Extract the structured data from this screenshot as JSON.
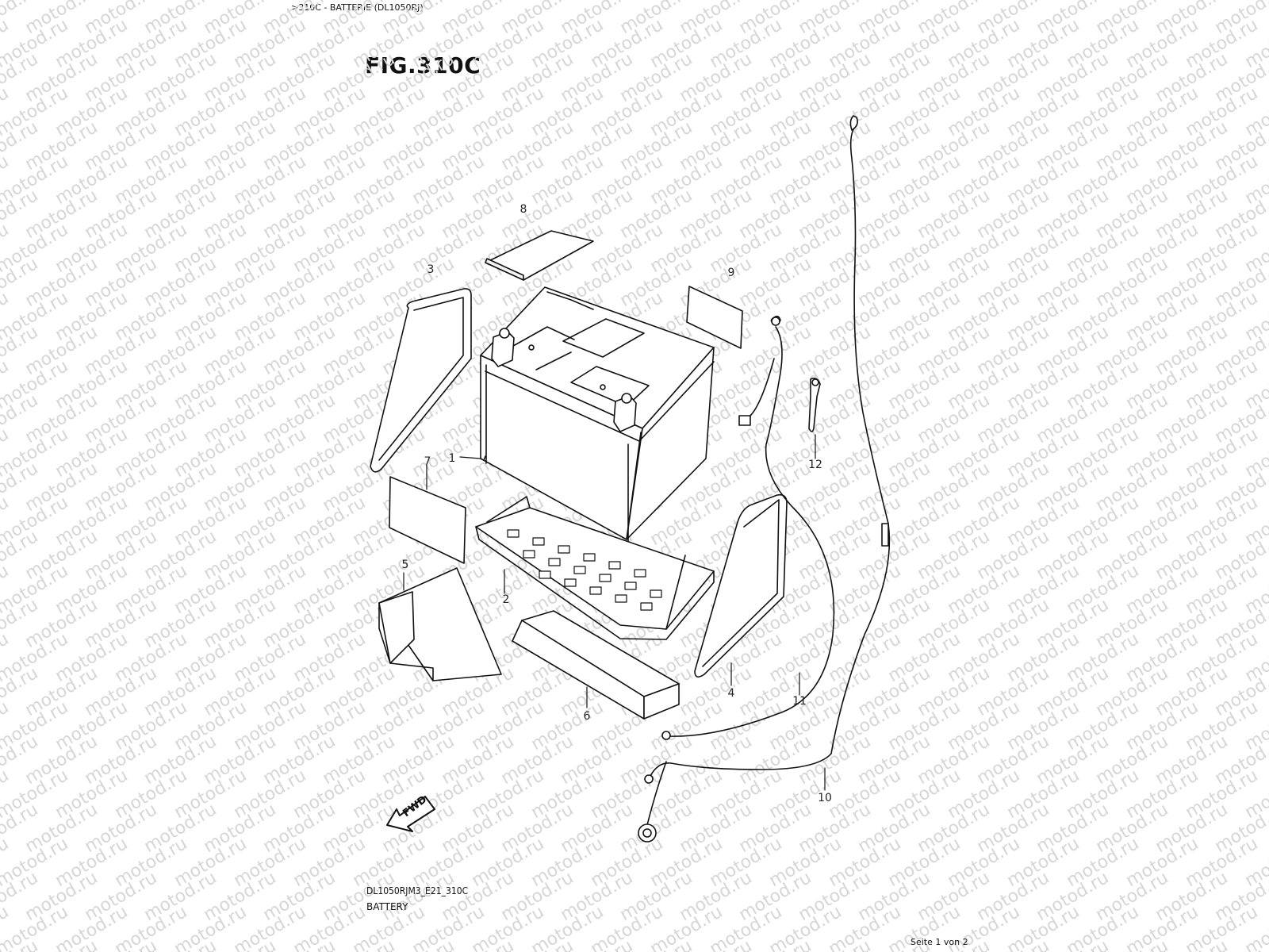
{
  "header": {
    "breadcrumb": ">310C - BATTERIE (DL1050RJ)"
  },
  "figure": {
    "title": "FIG.310C",
    "code": "DL1050RJM3_E21_310C",
    "caption": "BATTERY",
    "fwd_label": "FWD"
  },
  "watermark": {
    "text": "motod.ru"
  },
  "callouts": [
    "1",
    "2",
    "3",
    "4",
    "5",
    "6",
    "7",
    "8",
    "9",
    "10",
    "11",
    "12"
  ],
  "footer": {
    "page": "Seite 1 von 2"
  }
}
